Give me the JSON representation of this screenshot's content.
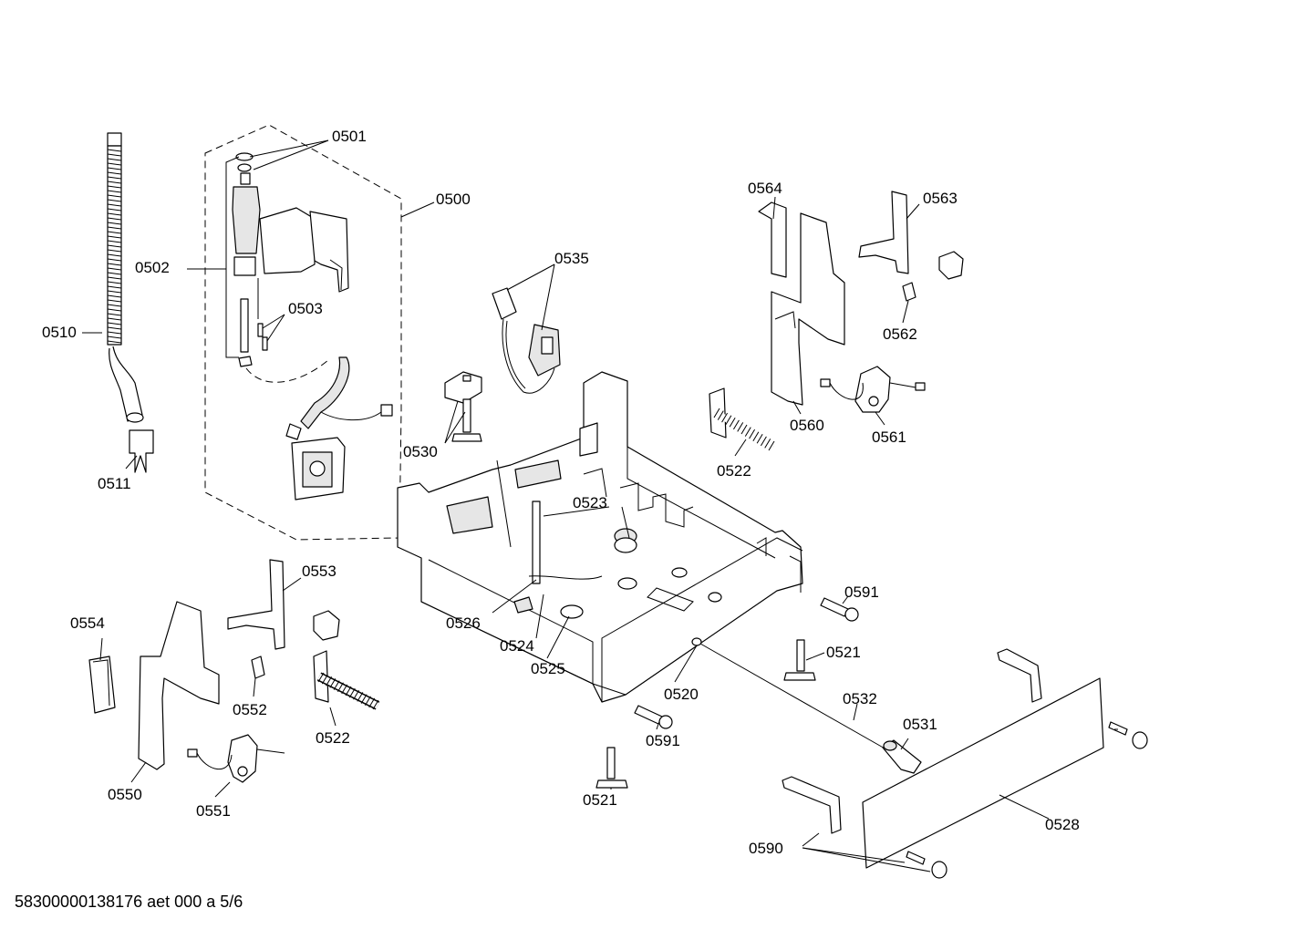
{
  "footer": {
    "code": "58300000138176 aet 000 a 5/6"
  },
  "labels": {
    "p0500": "0500",
    "p0501": "0501",
    "p0502": "0502",
    "p0503": "0503",
    "p0510": "0510",
    "p0511": "0511",
    "p0520": "0520",
    "p0521a": "0521",
    "p0521b": "0521",
    "p0522a": "0522",
    "p0522b": "0522",
    "p0523": "0523",
    "p0524": "0524",
    "p0525": "0525",
    "p0526": "0526",
    "p0528": "0528",
    "p0530": "0530",
    "p0531": "0531",
    "p0532": "0532",
    "p0535": "0535",
    "p0550": "0550",
    "p0551": "0551",
    "p0552": "0552",
    "p0553": "0553",
    "p0554": "0554",
    "p0560": "0560",
    "p0561": "0561",
    "p0562": "0562",
    "p0563": "0563",
    "p0564": "0564",
    "p0590": "0590",
    "p0591a": "0591",
    "p0591b": "0591"
  }
}
